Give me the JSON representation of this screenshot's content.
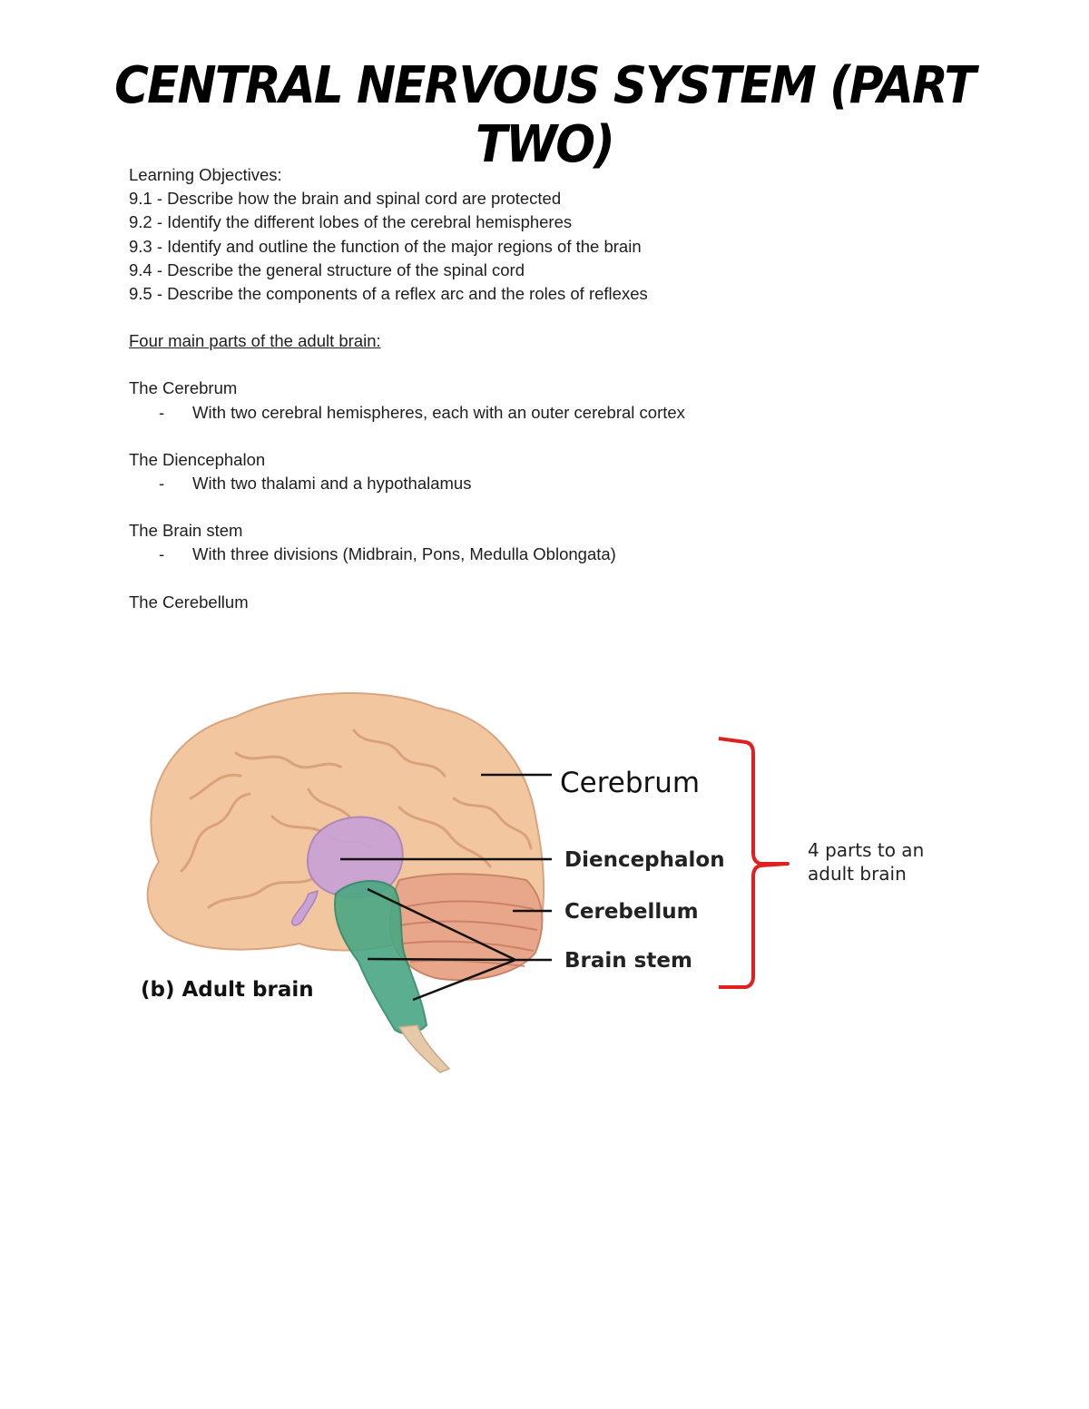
{
  "document": {
    "title": "Central Nervous System (Part Two)"
  },
  "objectives": {
    "heading": "Learning Objectives:",
    "items": [
      "9.1 - Describe how the brain and spinal cord are protected",
      "9.2 - Identify the different lobes of the cerebral hemispheres",
      "9.3 - Identify and outline the function of the major regions of the brain",
      "9.4 - Describe the general structure of the spinal cord",
      "9.5 - Describe the components of a reflex arc and the roles of reflexes"
    ]
  },
  "brain_parts": {
    "heading": "Four main parts of the adult brain:",
    "parts": [
      {
        "name": "The Cerebrum",
        "detail": "With two cerebral hemispheres, each with an outer cerebral cortex"
      },
      {
        "name": "The Diencephalon",
        "detail": "With two thalami and a hypothalamus"
      },
      {
        "name": "The Brain stem",
        "detail": "With three divisions (Midbrain, Pons, Medulla Oblongata)"
      },
      {
        "name": "The Cerebellum",
        "detail": ""
      }
    ],
    "bullet_glyph": "-"
  },
  "figure": {
    "caption": "(b) Adult brain",
    "labels": {
      "cerebrum": "Cerebrum",
      "diencephalon": "Diencephalon",
      "cerebellum": "Cerebellum",
      "brain_stem": "Brain stem"
    },
    "bracket_note_line1": "4 parts to an",
    "bracket_note_line2": "adult brain",
    "colors": {
      "cerebrum": "#f2c7a0",
      "diencephalon": "#c9a2d6",
      "cerebellum": "#e8a68a",
      "brain_stem": "#4aa784",
      "bracket": "#e02020"
    }
  }
}
